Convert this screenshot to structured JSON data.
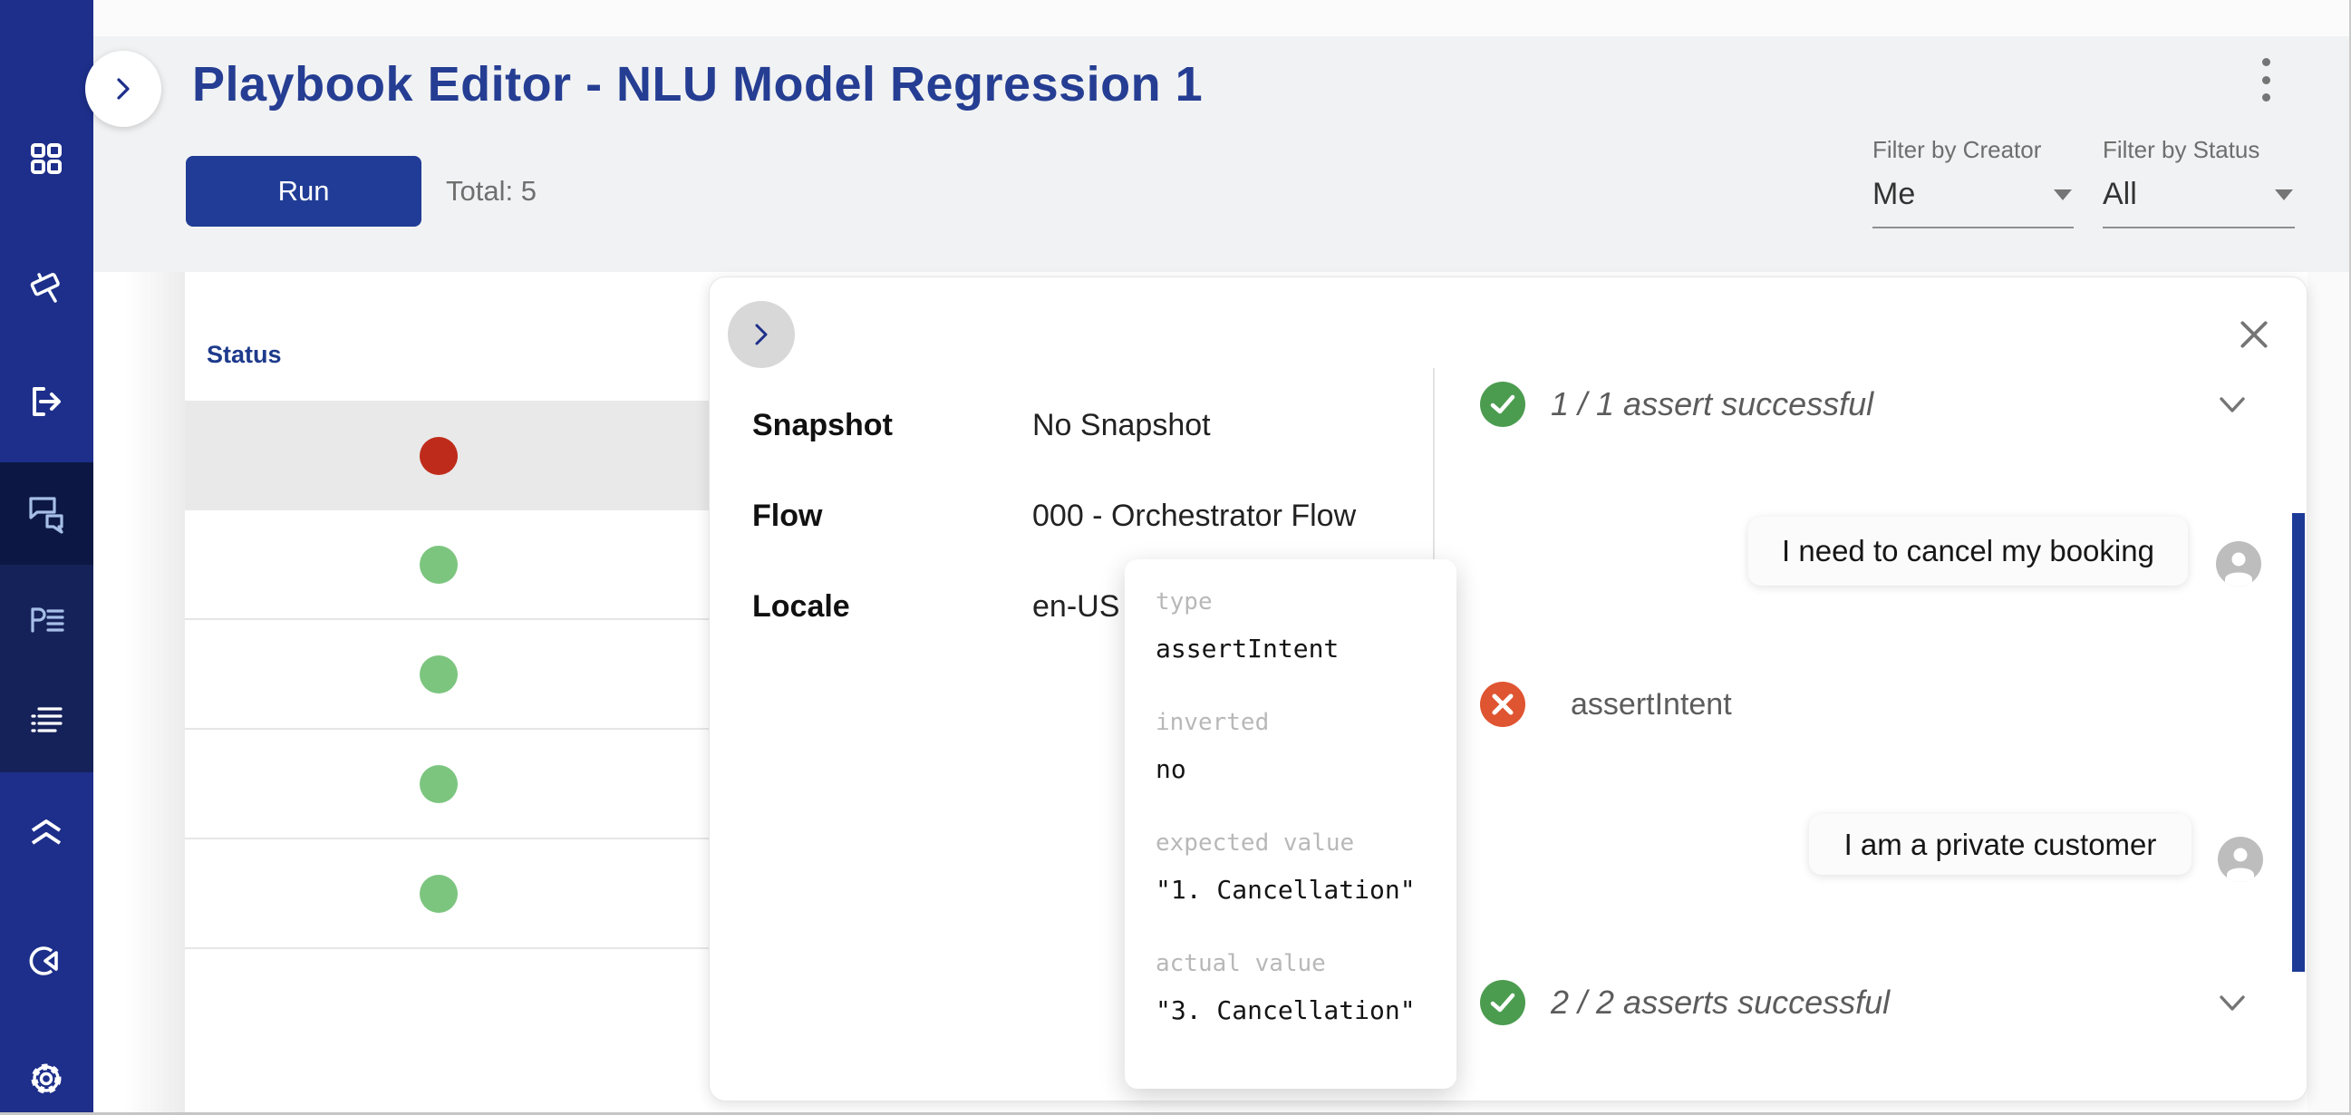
{
  "page": {
    "title": "Playbook Editor - NLU Model Regression 1"
  },
  "toolbar": {
    "run_label": "Run",
    "total_label": "Total: 5"
  },
  "filters": {
    "creator": {
      "label": "Filter by Creator",
      "value": "Me"
    },
    "status": {
      "label": "Filter by Status",
      "value": "All"
    }
  },
  "sidebar": {
    "items": [
      {
        "icon": "grid-icon"
      },
      {
        "icon": "flag-icon"
      },
      {
        "icon": "logout-icon"
      },
      {
        "icon": "chat-icon",
        "state": "active"
      },
      {
        "icon": "playbook-icon"
      },
      {
        "icon": "list-icon"
      },
      {
        "icon": "layers-icon"
      },
      {
        "icon": "timer-icon"
      },
      {
        "icon": "gear-icon"
      }
    ]
  },
  "table": {
    "status_header": "Status",
    "rows": [
      {
        "status": "failed",
        "selected": true
      },
      {
        "status": "success",
        "selected": false
      },
      {
        "status": "success",
        "selected": false
      },
      {
        "status": "success",
        "selected": false
      },
      {
        "status": "success",
        "selected": false
      }
    ]
  },
  "detail": {
    "fields": [
      {
        "label": "Snapshot",
        "value": "No Snapshot"
      },
      {
        "label": "Flow",
        "value": "000 - Orchestrator Flow"
      },
      {
        "label": "Locale",
        "value": "en-US"
      }
    ]
  },
  "transcript": {
    "assert_row_1": "1 / 1 assert successful",
    "user_message_1": "I need to cancel my booking",
    "failed_assert_label": "assertIntent",
    "user_message_2": "I am a private customer",
    "assert_row_2": "2 / 2 asserts successful"
  },
  "tooltip": {
    "entries": [
      {
        "label": "type",
        "value": "assertIntent"
      },
      {
        "label": "inverted",
        "value": "no"
      },
      {
        "label": "expected value",
        "value": "\"1. Cancellation\""
      },
      {
        "label": "actual value",
        "value": "\"3. Cancellation\""
      }
    ]
  },
  "colors": {
    "sidebar_bg": "#1D2F8A",
    "sidebar_active_bg": "#0C1843",
    "sidebar_section_bg": "#152159",
    "accent_navy": "#253E93",
    "run_button_bg": "#203C96",
    "success_green": "#4C9C50",
    "fail_red_dot": "#BF2B1B",
    "fail_orange": "#DF5431",
    "dot_green": "#7CC57F",
    "scrollbar_blue": "#1D3A97",
    "header_bg": "#F1F2F3",
    "selected_row_bg": "#E9E9E9"
  }
}
